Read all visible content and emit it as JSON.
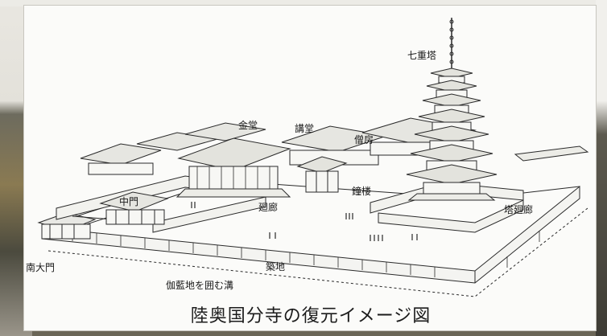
{
  "labels": {
    "pagoda": "七重塔",
    "golden_hall": "金堂",
    "lecture_hall": "講堂",
    "monks_quarters": "僧房",
    "middle_gate": "中門",
    "corridor": "廻廊",
    "bell_tower": "鐘楼",
    "pagoda_corridor": "塔廻廊",
    "south_gate": "南大門",
    "earthen_wall": "築地",
    "moat": "伽藍地を囲む溝"
  },
  "caption": "陸奥国分寺の復元イメージ図"
}
